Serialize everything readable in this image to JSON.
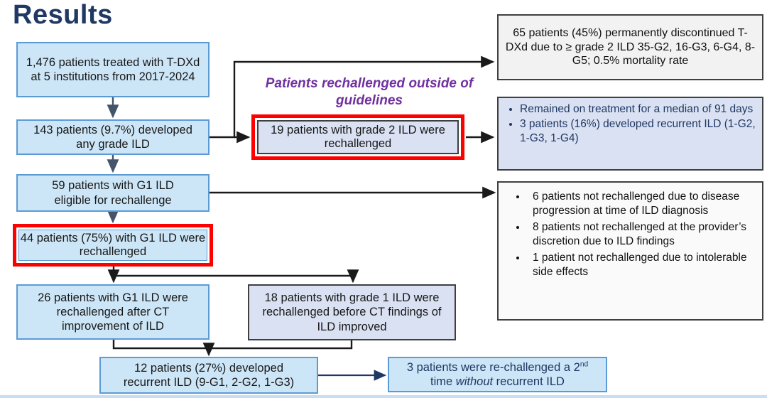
{
  "slide": {
    "title": "Results"
  },
  "flowchart": {
    "treated": "1,476 patients treated with T-DXd at 5 institutions from 2017-2024",
    "developed_ild": "143 patients (9.7%) developed any grade ILD",
    "eligible": "59 patients with G1 ILD eligible for rechallenge",
    "rechallenged_g1": "44 patients (75%) with G1 ILD were rechallenged",
    "rechallenged_after_ct": "26 patients with G1 ILD were rechallenged after CT improvement of ILD",
    "rechallenged_before_ct": "18 patients with grade 1 ILD were rechallenged before CT findings of ILD improved",
    "recurrent_ild": "12 patients (27%) developed recurrent ILD (9-G1, 2-G2, 1-G3)",
    "outside_guidelines_label": "Patients rechallenged outside of guidelines",
    "grade2_rechallenged": "19 patients with grade 2 ILD were rechallenged",
    "second_rechallenge": {
      "part1": "3 patients were re-challenged a 2",
      "superscript": "nd",
      "part2": " time ",
      "italic": "without",
      "part3": " recurrent ILD"
    }
  },
  "right_panels": {
    "discontinued": "65 patients (45%) permanently discontinued T-DXd due to ≥ grade 2 ILD 35-G2, 16-G3, 6-G4, 8-G5; 0.5% mortality rate",
    "grade2_outcomes": [
      "Remained on treatment for a median of 91 days",
      "3 patients (16%) developed recurrent ILD (1-G2, 1-G3, 1-G4)"
    ],
    "not_rechallenged_reasons": [
      "6 patients not rechallenged due to disease progression at time of ILD diagnosis",
      "8 patients not rechallenged at the provider’s discretion due to ILD findings",
      "1 patient not rechallenged due to intolerable side effects"
    ]
  },
  "colors": {
    "title_navy": "#1f3864",
    "light_blue_fill": "#cde6f7",
    "blue_border": "#5b9bd5",
    "lavender_fill": "#dae1f2",
    "highlight_red": "#fe0000",
    "purple_label": "#7030a0",
    "slate_arrow": "#44546a",
    "navy_arrow": "#203864"
  }
}
